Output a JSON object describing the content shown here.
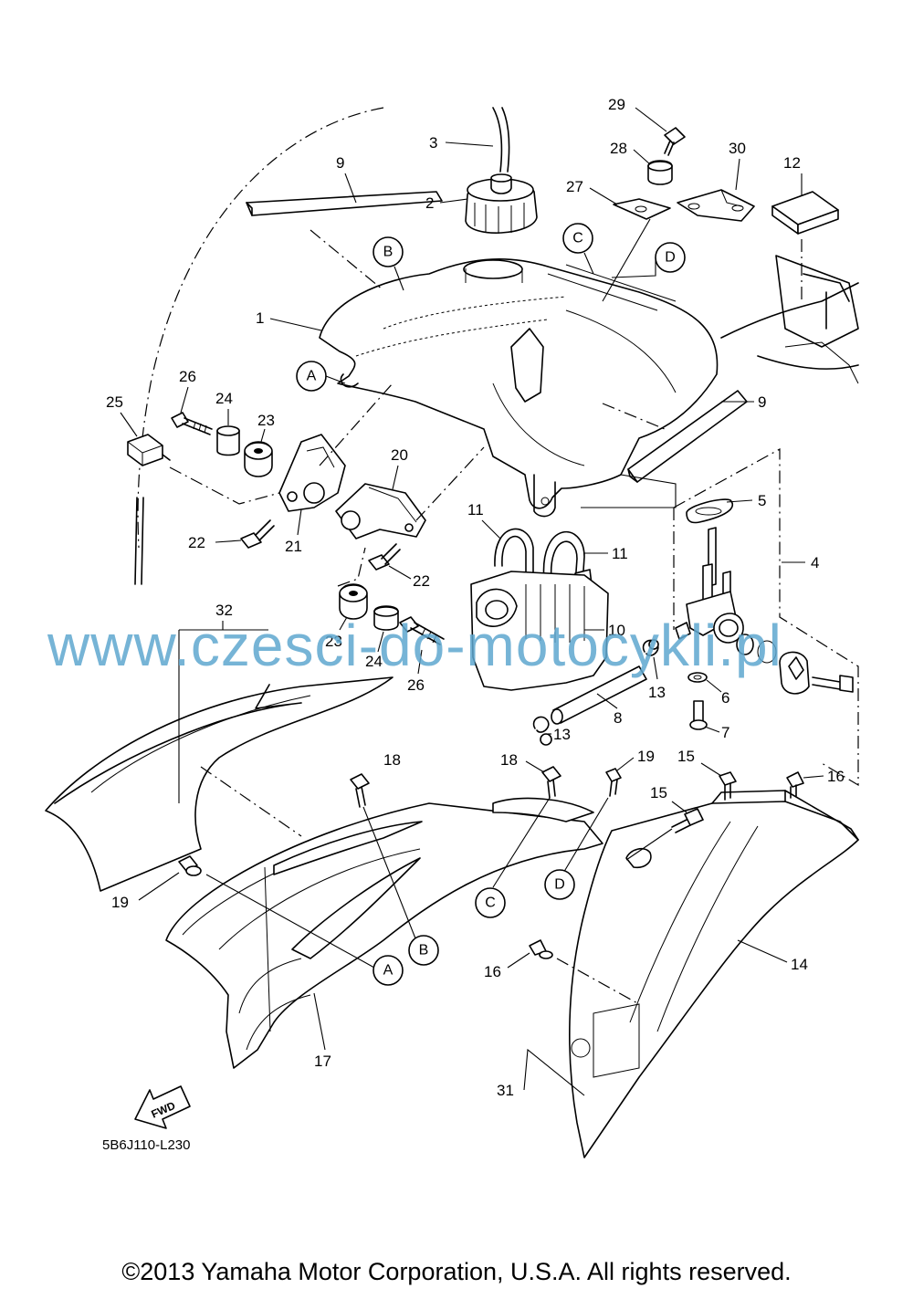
{
  "watermark": "www.czesci-do-motocykli.pl",
  "drawing_code": "5B6J110-L230",
  "copyright": "©2013 Yamaha Motor Corporation, U.S.A. All rights reserved.",
  "fwd_label": "FWD",
  "part_numbers": {
    "p1": "1",
    "p2": "2",
    "p3": "3",
    "p4": "4",
    "p5": "5",
    "p6": "6",
    "p7": "7",
    "p8": "8",
    "p9a": "9",
    "p9b": "9",
    "p10": "10",
    "p11a": "11",
    "p11b": "11",
    "p12": "12",
    "p13a": "13",
    "p13b": "13",
    "p14": "14",
    "p15a": "15",
    "p15b": "15",
    "p16a": "16",
    "p16b": "16",
    "p17": "17",
    "p18a": "18",
    "p18b": "18",
    "p19a": "19",
    "p19b": "19",
    "p20": "20",
    "p21": "21",
    "p22a": "22",
    "p22b": "22",
    "p23a": "23",
    "p23b": "23",
    "p24a": "24",
    "p24b": "24",
    "p25": "25",
    "p26a": "26",
    "p26b": "26",
    "p27": "27",
    "p28": "28",
    "p29": "29",
    "p30": "30",
    "p31": "31",
    "p32": "32"
  },
  "ref_letters": {
    "a1": "A",
    "a2": "A",
    "b1": "B",
    "b2": "B",
    "c1": "C",
    "c2": "C",
    "d1": "D",
    "d2": "D"
  }
}
